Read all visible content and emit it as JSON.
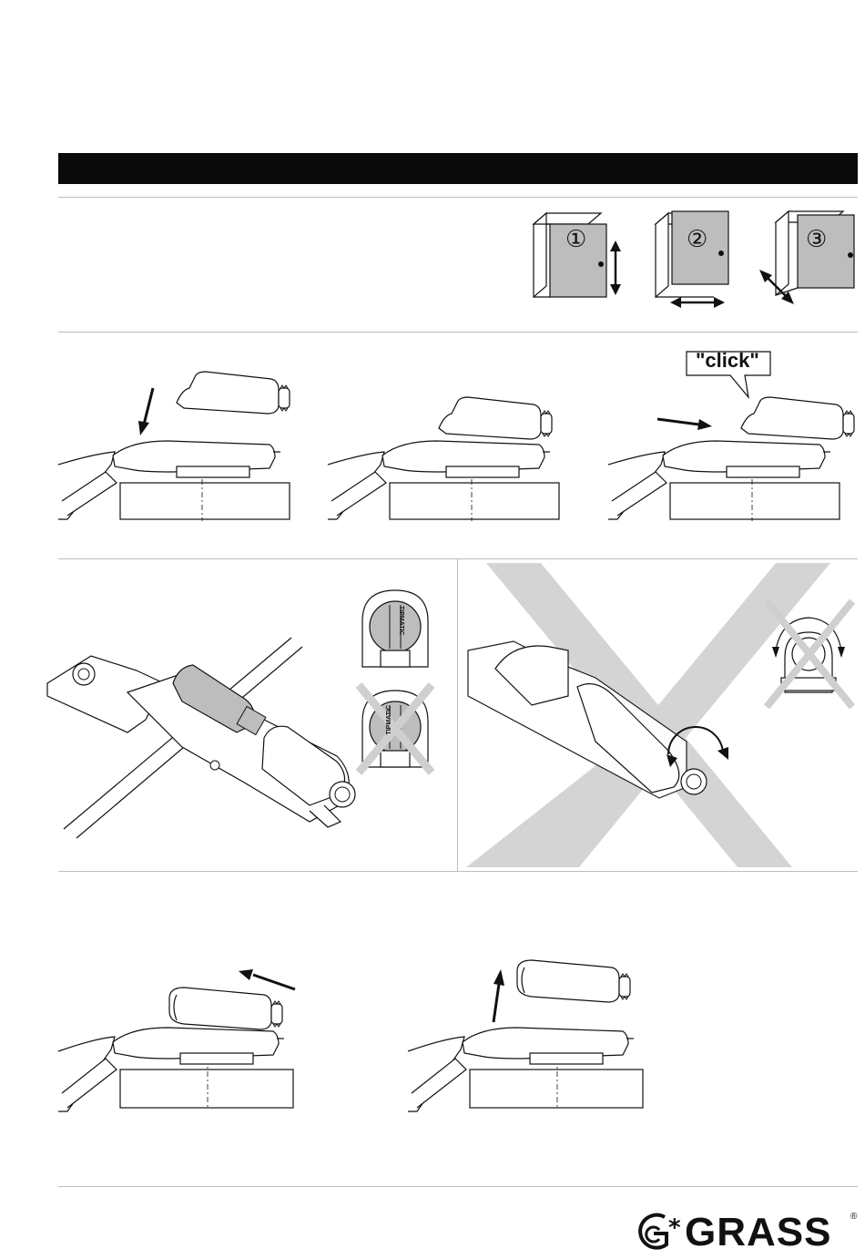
{
  "header": {
    "band_color": "#0a0a0a"
  },
  "directions": [
    {
      "number": "①",
      "axis": "vertical"
    },
    {
      "number": "②",
      "axis": "horizontal"
    },
    {
      "number": "③",
      "axis": "depth"
    }
  ],
  "mount_steps": {
    "click_label": "\"click\""
  },
  "orientation": {
    "brand_label": "TIPMATIC",
    "wrong_mark_color": "#cfcfcf"
  },
  "brand": {
    "logo_text": "GRASS",
    "logo_prefix": "G*",
    "registered": "®"
  },
  "colors": {
    "module_fill": "#bdbdbd",
    "cross": "#cfcfcf",
    "line": "#111111"
  }
}
